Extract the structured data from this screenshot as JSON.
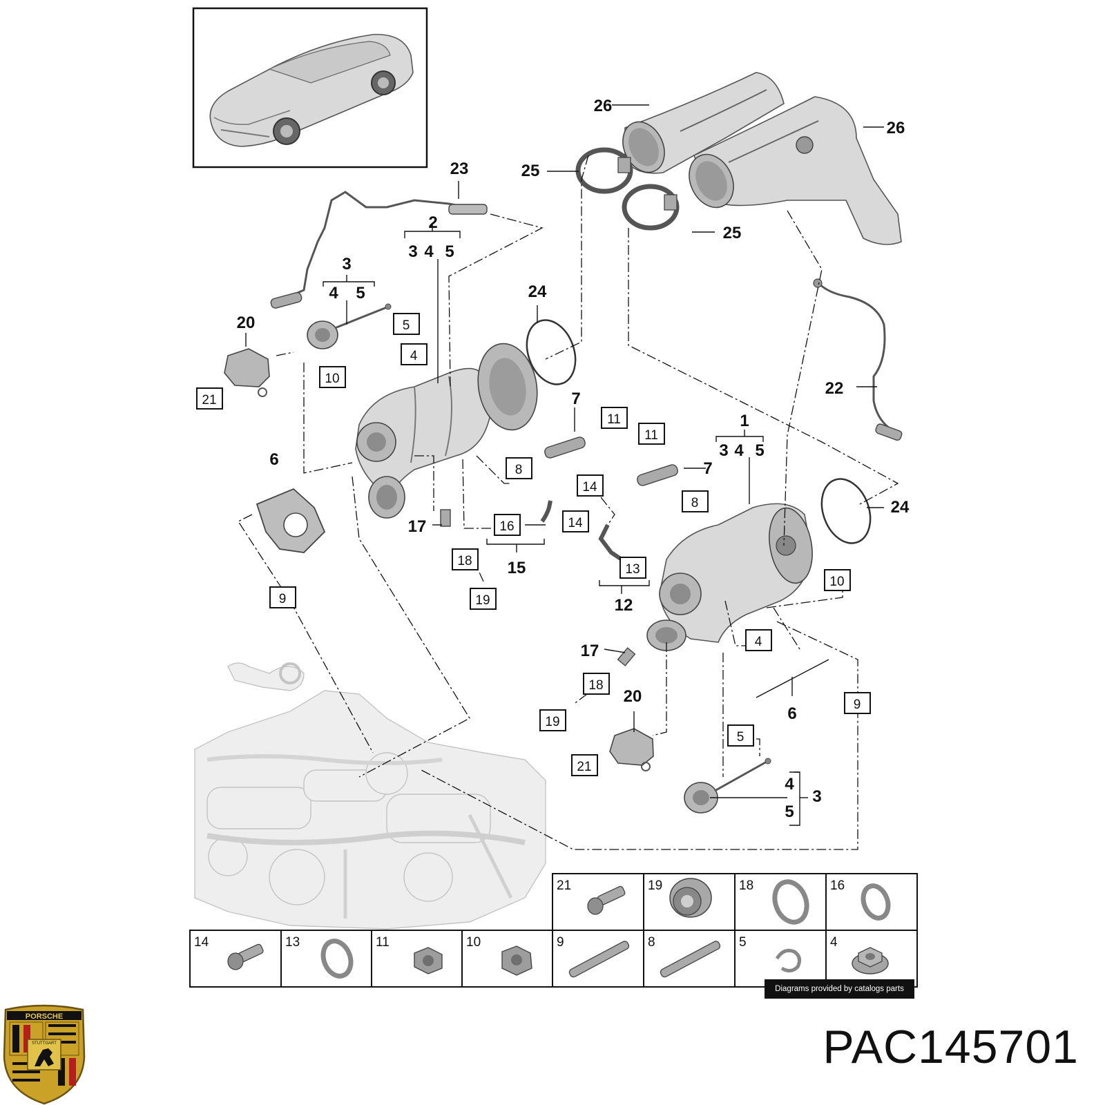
{
  "part_number": "PAC145701",
  "credit_text": "Diagrams provided by catalogs parts",
  "crest_text": [
    "PORSCHE",
    "STUTTGART"
  ],
  "callouts": {
    "c1": "1",
    "c2": "2",
    "c3a": "3",
    "c3b": "3",
    "c4a": "4",
    "c5a": "5",
    "c345a_3": "3",
    "c345a_4": "4",
    "c345a_5": "5",
    "c345b_3": "3",
    "c345b_4": "4",
    "c345b_5": "5",
    "c4b": "4",
    "c5b": "5",
    "c6a": "6",
    "c6b": "6",
    "c7a": "7",
    "c7b": "7",
    "c12": "12",
    "c15": "15",
    "c17a": "17",
    "c17b": "17",
    "c20a": "20",
    "c20b": "20",
    "c22": "22",
    "c23": "23",
    "c24a": "24",
    "c24b": "24",
    "c25a": "25",
    "c25b": "25",
    "c26a": "26",
    "c26b": "26"
  },
  "boxed_callouts": {
    "b5a": "5",
    "b4a": "4",
    "b10a": "10",
    "b21a": "21",
    "b11a": "11",
    "b8a": "8",
    "b11b": "11",
    "b8b": "8",
    "b14a": "14",
    "b16": "16",
    "b14b": "14",
    "b18a": "18",
    "b19a": "19",
    "b13": "13",
    "b10b": "10",
    "b4b": "4",
    "b9a": "9",
    "b9b": "9",
    "b18b": "18",
    "b19b": "19",
    "b21b": "21",
    "b5b": "5"
  },
  "legend_top": [
    "21",
    "19",
    "18",
    "16"
  ],
  "legend_bottom": [
    "14",
    "13",
    "11",
    "10",
    "9",
    "8",
    "5",
    "4"
  ]
}
